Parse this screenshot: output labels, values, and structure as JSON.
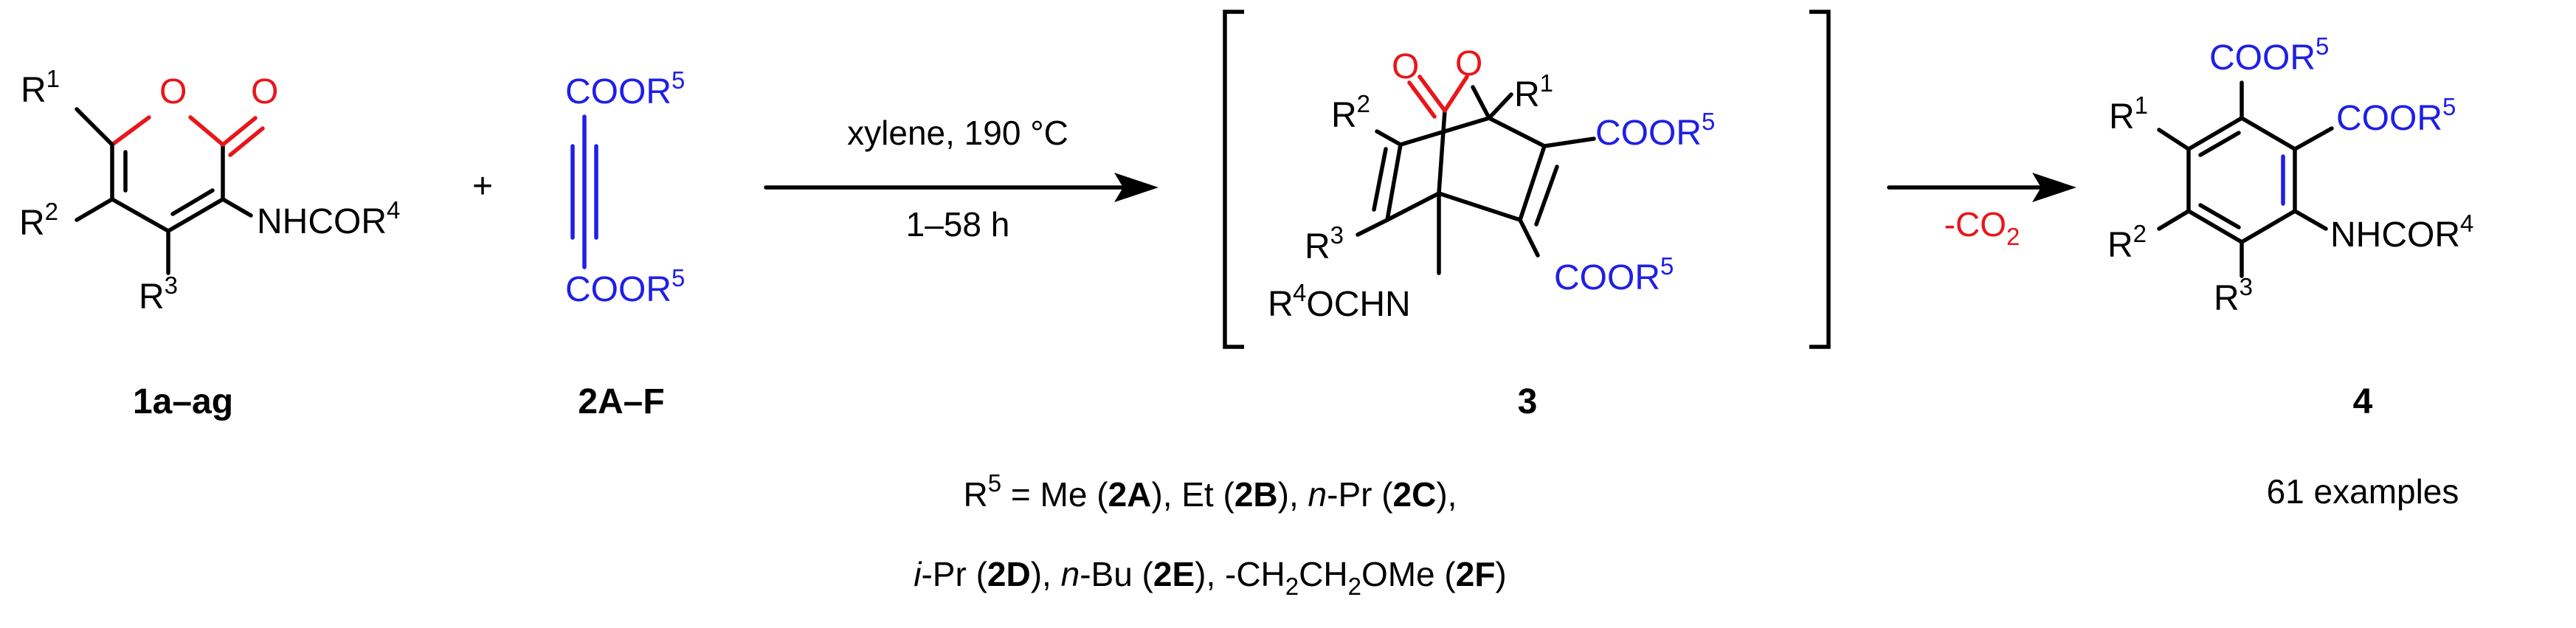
{
  "colors": {
    "oxygen": "#e8161b",
    "ester": "#1f1fe6",
    "ink": "#000000"
  },
  "labels": {
    "R1": "R",
    "R1_sup": "1",
    "R2": "R",
    "R2_sup": "2",
    "R3": "R",
    "R3_sup": "3",
    "R4_sup": "4",
    "R5_sup": "5",
    "O": "O",
    "NHCOR": "NHCOR",
    "COOR": "COOR",
    "OCHN": "OCHN",
    "plus": "+"
  },
  "compounds": {
    "c1": "1a–ag",
    "c2": "2A–F",
    "c3": "3",
    "c4": "4"
  },
  "conditions": {
    "reagent": "xylene, 190 °C",
    "time": "1–58 h",
    "co2_prefix": "-CO",
    "co2_sub": "2"
  },
  "footnote": {
    "r5": "R",
    "r5_sup": "5",
    "eq": " = Me (",
    "m2A": "2A",
    "after2A": "), Et (",
    "m2B": "2B",
    "after2B": "), ",
    "n1": "n",
    "pr": "-Pr (",
    "m2C": "2C",
    "after2C": "),",
    "i": "i",
    "pr2": "-Pr (",
    "m2D": "2D",
    "after2D": "), ",
    "n2": "n",
    "bu": "-Bu (",
    "m2E": "2E",
    "after2E": "), -CH",
    "sub1": "2",
    "ch2": "CH",
    "sub2": "2",
    "ome": "OMe (",
    "m2F": "2F",
    "close": ")"
  },
  "examples": "61 examples"
}
